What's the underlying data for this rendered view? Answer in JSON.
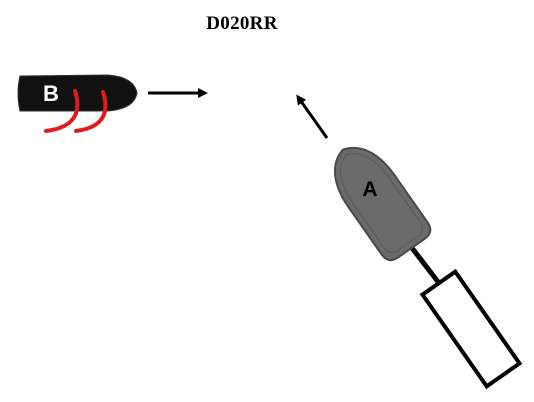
{
  "title": "D020RR",
  "vessels": {
    "b": {
      "label": "B"
    },
    "a": {
      "label": "A"
    }
  },
  "colors": {
    "background": "#ffffff",
    "vessel_b_hull": "#111111",
    "vessel_b_label": "#ffffff",
    "vessel_b_wake": "#e01b1b",
    "vessel_a_hull": "#6b6b6b",
    "vessel_a_label": "#000000",
    "tow_line": "#000000",
    "tow": "#ffffff",
    "arrow": "#000000"
  }
}
